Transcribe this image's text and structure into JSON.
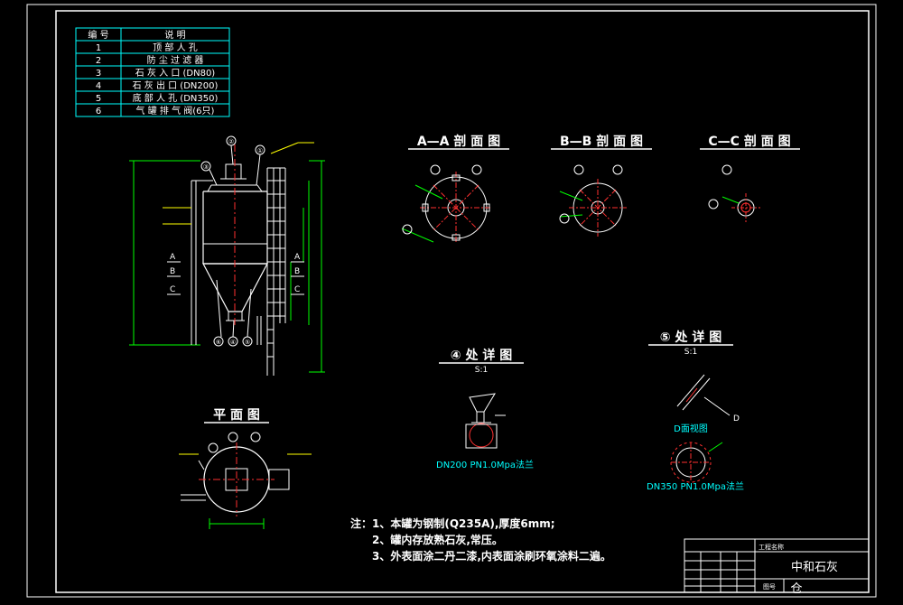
{
  "legend_table": {
    "headers": [
      "编 号",
      "说     明"
    ],
    "rows": [
      [
        "1",
        "顶 部 人 孔"
      ],
      [
        "2",
        "防 尘 过 滤 器"
      ],
      [
        "3",
        "石 灰 入 口 (DN80)"
      ],
      [
        "4",
        "石 灰 出 口 (DN200)"
      ],
      [
        "5",
        "底 部 人 孔 (DN350)"
      ],
      [
        "6",
        "气 罐 排 气 阀(6只)"
      ]
    ]
  },
  "section_titles": {
    "aa": "A—A 剖 面 图",
    "bb": "B—B 剖 面 图",
    "cc": "C—C 剖 面 图",
    "plan": "平 面 图",
    "detail4": "④ 处 详 图",
    "detail4_scale": "S:1",
    "detail5": "⑤ 处 详 图",
    "detail5_scale": "S:1"
  },
  "elevation_labels": {
    "A": "A",
    "B": "B",
    "C": "C",
    "callouts": [
      "②",
      "①",
      "③",
      "⑥",
      "④",
      "⑤"
    ]
  },
  "detail_labels": {
    "flange4": "DN200 PN1.0Mpa法兰",
    "flange5": "DN350 PN1.0Mpa法兰",
    "view_d": "D面视图",
    "d_letter": "D"
  },
  "notes": {
    "lead": "注：",
    "items": [
      "1、本罐为钢制(Q235A),厚度6mm;",
      "2、罐内存放熟石灰,常压。",
      "3、外表面涂二丹二漆,内表面涂刷环氧涂料二遍。"
    ]
  },
  "title_block": {
    "project_label": "工程名称",
    "drawing_name": "中和石灰",
    "drawing_name_2": "仓",
    "no_label": "图号"
  },
  "colors": {
    "background": "#000000",
    "frame": "#ffffff",
    "dimension": "#00ff00",
    "annotation": "#00ffff",
    "centerline": "#ff3030",
    "callout": "#ffff00"
  }
}
